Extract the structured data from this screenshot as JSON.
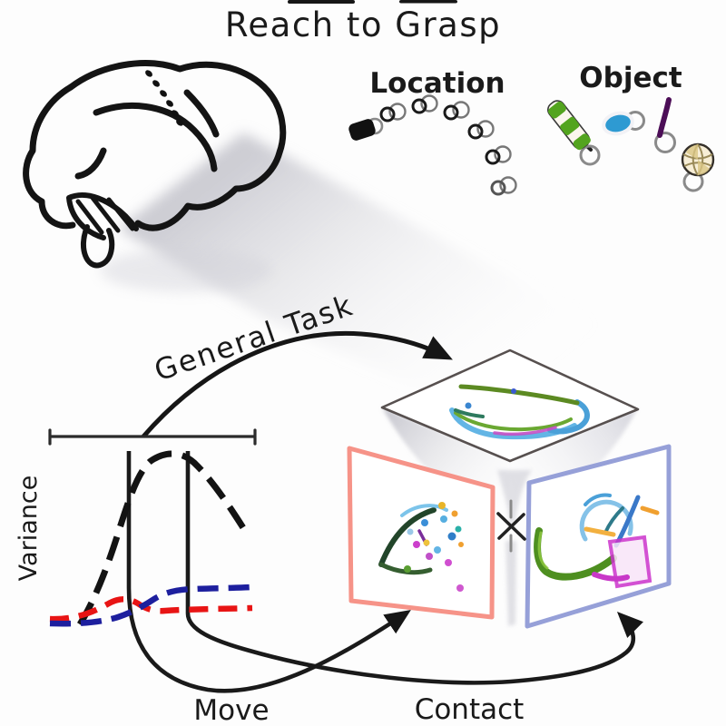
{
  "title": "Reach to Grasp",
  "labels": {
    "location": "Location",
    "object": "Object",
    "general_task": "General Task",
    "variance": "Variance",
    "move": "Move",
    "contact": "Contact"
  },
  "colors": {
    "location_red": "#ee1b1b",
    "object_blue": "#2a2cbe",
    "red_curve": "#e81414",
    "blue_curve": "#1d1f9e",
    "black_curve": "#161616",
    "pink_frame": "#f69388",
    "blue_frame": "#96a0d8",
    "top_frame": "#57504f"
  },
  "brain": {
    "recording_site_dots": 6
  },
  "location_targets": {
    "count": 7,
    "filled_count": 1
  },
  "objects": [
    "striped handle",
    "ball",
    "stick",
    "patterned sphere"
  ],
  "variance_plot": {
    "ylabel": "Variance",
    "curves": [
      "black dashed",
      "red dashed",
      "blue dashed"
    ],
    "event_markers": 2,
    "axes_numeric": false
  },
  "cube_faces": [
    "top general-task plane",
    "pink move plane",
    "blue contact plane"
  ],
  "center_operator": "x"
}
